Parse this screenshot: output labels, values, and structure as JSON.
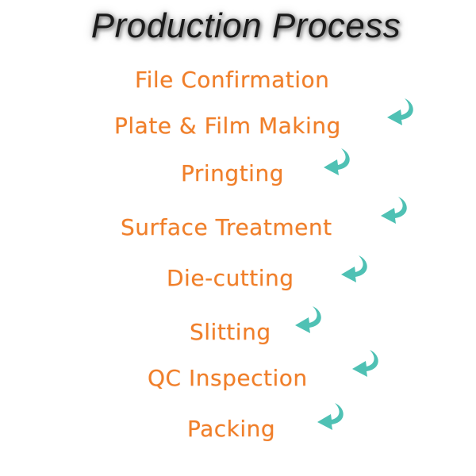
{
  "title": "Production Process",
  "colors": {
    "step_text": "#f07f2a",
    "arrow": "#4fc1b4",
    "title": "#1a1a1a"
  },
  "steps": [
    "File Confirmation",
    "Plate & Film Making",
    "Pringting",
    "Surface Treatment",
    "Die-cutting",
    "Slitting",
    "QC Inspection",
    "Packing"
  ],
  "arrow_icon": "curved-return-arrow-icon"
}
